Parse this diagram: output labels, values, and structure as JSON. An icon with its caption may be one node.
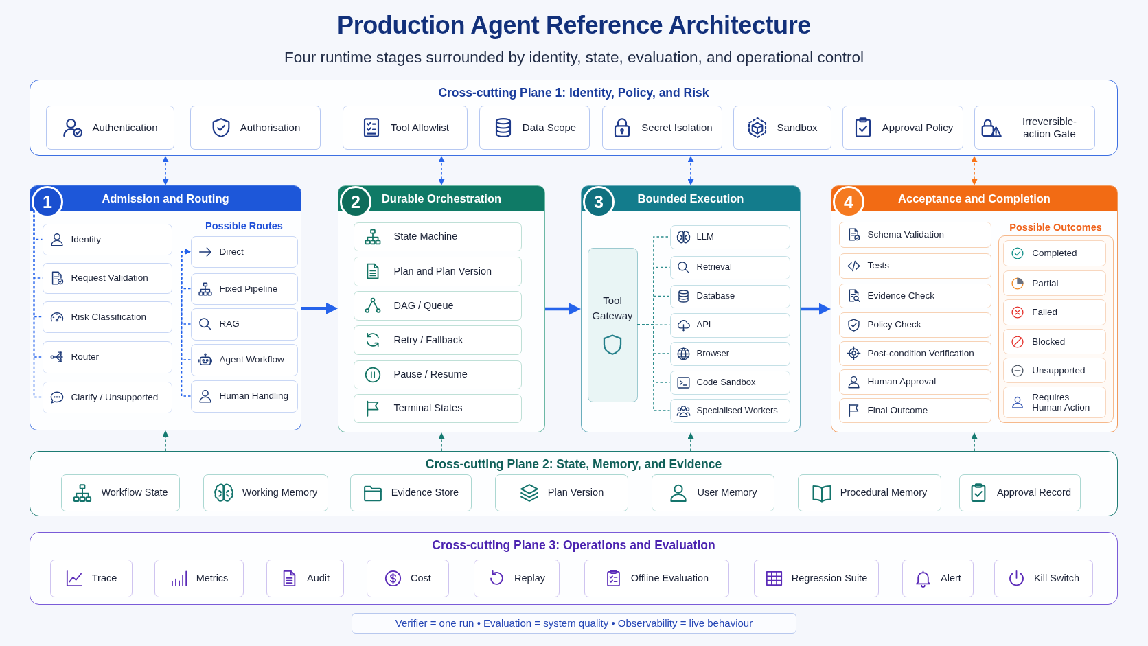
{
  "diagram": {
    "title": "Production Agent Reference Architecture",
    "nodes": [
      {
        "text": [
          "Cross-cutting Plane 1: Identity, Policy, and Risk"
        ]
      },
      {
        "text": [
          "Authentication"
        ],
        "in": 0
      },
      {
        "text": [
          "Authorisation"
        ],
        "in": 0
      },
      {
        "text": [
          "Tool Allowlist"
        ],
        "in": 0
      },
      {
        "text": [
          "Data Scope"
        ],
        "in": 0
      },
      {
        "text": [
          "Secret Isolation"
        ],
        "in": 0
      },
      {
        "text": [
          "Sandbox"
        ],
        "in": 0
      },
      {
        "text": [
          "Approval Policy"
        ],
        "in": 0
      },
      {
        "text": [
          "Irreversible-action Gate"
        ],
        "in": 0
      },
      {
        "text": [
          "1",
          "Admission and Routing"
        ]
      },
      {
        "text": [
          "Identity"
        ],
        "in": 9
      },
      {
        "text": [
          "Request Validation"
        ],
        "in": 9
      },
      {
        "text": [
          "Risk Classification"
        ],
        "in": 9
      },
      {
        "text": [
          "Router"
        ],
        "in": 9
      },
      {
        "text": [
          "Clarify / Unsupported"
        ],
        "in": 9
      },
      {
        "text": [
          "Direct"
        ],
        "in": 9
      },
      {
        "text": [
          "Fixed Pipeline"
        ],
        "in": 9
      },
      {
        "text": [
          "RAG"
        ],
        "in": 9
      },
      {
        "text": [
          "Agent Workflow"
        ],
        "in": 9
      },
      {
        "text": [
          "Human Handling"
        ],
        "in": 9
      },
      {
        "text": [
          "2",
          "Durable Orchestration"
        ]
      },
      {
        "text": [
          "State Machine"
        ],
        "in": 20
      },
      {
        "text": [
          "Plan and Plan Version"
        ],
        "in": 20
      },
      {
        "text": [
          "DAG / Queue"
        ],
        "in": 20
      },
      {
        "text": [
          "Retry / Fallback"
        ],
        "in": 20
      },
      {
        "text": [
          "Pause / Resume"
        ],
        "in": 20
      },
      {
        "text": [
          "Terminal States"
        ],
        "in": 20
      },
      {
        "text": [
          "3",
          "Bounded Execution"
        ]
      },
      {
        "text": [
          "Tool Gateway"
        ],
        "in": 27
      },
      {
        "text": [
          "LLM"
        ],
        "in": 27
      },
      {
        "text": [
          "Retrieval"
        ],
        "in": 27
      },
      {
        "text": [
          "Database"
        ],
        "in": 27
      },
      {
        "text": [
          "API"
        ],
        "in": 27
      },
      {
        "text": [
          "Browser"
        ],
        "in": 27
      },
      {
        "text": [
          "Code Sandbox"
        ],
        "in": 27
      },
      {
        "text": [
          "Specialised Workers"
        ],
        "in": 27
      },
      {
        "text": [
          "4",
          "Acceptance and Completion"
        ]
      },
      {
        "text": [
          "Schema Validation"
        ],
        "in": 36
      },
      {
        "text": [
          "Tests"
        ],
        "in": 36
      },
      {
        "text": [
          "Evidence Check"
        ],
        "in": 36
      },
      {
        "text": [
          "Policy Check"
        ],
        "in": 36
      },
      {
        "text": [
          "Post-condition Verification"
        ],
        "in": 36
      },
      {
        "text": [
          "Human Approval"
        ],
        "in": 36
      },
      {
        "text": [
          "Final Outcome"
        ],
        "in": 36
      },
      {
        "text": [
          "Possible Outcomes"
        ],
        "in": 36
      },
      {
        "text": [
          "Completed"
        ],
        "in": 44
      },
      {
        "text": [
          "Partial"
        ],
        "in": 44
      },
      {
        "text": [
          "Failed"
        ],
        "in": 44
      },
      {
        "text": [
          "Blocked"
        ],
        "in": 44
      },
      {
        "text": [
          "Unsupported"
        ],
        "in": 44
      },
      {
        "text": [
          "Requires Human Action"
        ],
        "in": 44
      },
      {
        "text": [
          "Cross-cutting Plane 2: State, Memory, and Evidence"
        ]
      },
      {
        "text": [
          "Workflow State"
        ],
        "in": 51
      },
      {
        "text": [
          "Working Memory"
        ],
        "in": 51
      },
      {
        "text": [
          "Evidence Store"
        ],
        "in": 51
      },
      {
        "text": [
          "Plan Version"
        ],
        "in": 51
      },
      {
        "text": [
          "User Memory"
        ],
        "in": 51
      },
      {
        "text": [
          "Procedural Memory"
        ],
        "in": 51
      },
      {
        "text": [
          "Approval Record"
        ],
        "in": 51
      },
      {
        "text": [
          "Cross-cutting Plane 3: Operations and Evaluation"
        ]
      },
      {
        "text": [
          "Trace"
        ],
        "in": 59
      },
      {
        "text": [
          "Metrics"
        ],
        "in": 59
      },
      {
        "text": [
          "Audit"
        ],
        "in": 59
      },
      {
        "text": [
          "Cost"
        ],
        "in": 59
      },
      {
        "text": [
          "Replay"
        ],
        "in": 59
      },
      {
        "text": [
          "Offline Evaluation"
        ],
        "in": 59
      },
      {
        "text": [
          "Regression Suite"
        ],
        "in": 59
      },
      {
        "text": [
          "Alert"
        ],
        "in": 59
      },
      {
        "text": [
          "Kill Switch"
        ],
        "in": 59
      },
      {
        "text": [
          "Verifier = one run • Evaluation = system quality • Observability = live behaviour"
        ]
      }
    ],
    "edges": [
      {
        "from": 0,
        "to": 9,
        "arrow": "both",
        "style": "dashed"
      },
      {
        "from": 0,
        "to": 20,
        "arrow": "both",
        "style": "dashed"
      },
      {
        "from": 0,
        "to": 27,
        "arrow": "both",
        "style": "dashed"
      },
      {
        "from": 0,
        "to": 36,
        "arrow": "both",
        "style": "dashed",
        "color": "#f97316"
      },
      {
        "from": 9,
        "to": 10,
        "arrow": "none",
        "style": "dashed"
      },
      {
        "from": 9,
        "to": 11,
        "arrow": "none",
        "style": "dashed"
      },
      {
        "from": 9,
        "to": 12,
        "arrow": "none",
        "style": "dashed"
      },
      {
        "from": 9,
        "to": 13,
        "arrow": "none",
        "style": "dashed"
      },
      {
        "from": 9,
        "to": 14,
        "arrow": "none",
        "style": "dashed"
      },
      {
        "from": 16,
        "to": 15,
        "arrow": "to",
        "style": "dashed"
      },
      {
        "from": 17,
        "to": 15,
        "arrow": "to",
        "style": "dashed"
      },
      {
        "from": 18,
        "to": 15,
        "arrow": "to",
        "style": "dashed"
      },
      {
        "from": 19,
        "to": 15,
        "arrow": "to",
        "style": "dashed"
      },
      {
        "from": 9,
        "to": 20,
        "arrow": "to",
        "style": "thick"
      },
      {
        "from": 20,
        "to": 27,
        "arrow": "to",
        "style": "thick"
      },
      {
        "from": 27,
        "to": 36,
        "arrow": "to",
        "style": "thick"
      },
      {
        "from": 28,
        "to": 29,
        "arrow": "none",
        "style": "dashed",
        "color": "#2b8c8c"
      },
      {
        "from": 28,
        "to": 30,
        "arrow": "none",
        "style": "dashed",
        "color": "#2b8c8c"
      },
      {
        "from": 28,
        "to": 31,
        "arrow": "none",
        "style": "dashed",
        "color": "#2b8c8c"
      },
      {
        "from": 28,
        "to": 32,
        "arrow": "none",
        "style": "dashed",
        "color": "#2b8c8c"
      },
      {
        "from": 28,
        "to": 33,
        "arrow": "none",
        "style": "dashed",
        "color": "#2b8c8c"
      },
      {
        "from": 28,
        "to": 34,
        "arrow": "none",
        "style": "dashed",
        "color": "#2b8c8c"
      },
      {
        "from": 28,
        "to": 35,
        "arrow": "none",
        "style": "dashed",
        "color": "#2b8c8c"
      },
      {
        "from": 51,
        "to": 9,
        "arrow": "to",
        "style": "dashed",
        "color": "#157a70"
      },
      {
        "from": 51,
        "to": 20,
        "arrow": "to",
        "style": "dashed",
        "color": "#157a70"
      },
      {
        "from": 51,
        "to": 27,
        "arrow": "to",
        "style": "dashed",
        "color": "#157a70"
      },
      {
        "from": 51,
        "to": 36,
        "arrow": "to",
        "style": "dashed",
        "color": "#157a70"
      }
    ],
    "labels": [
      "Four runtime stages surrounded by identity, state, evaluation, and operational control",
      "Possible Routes"
    ]
  }
}
